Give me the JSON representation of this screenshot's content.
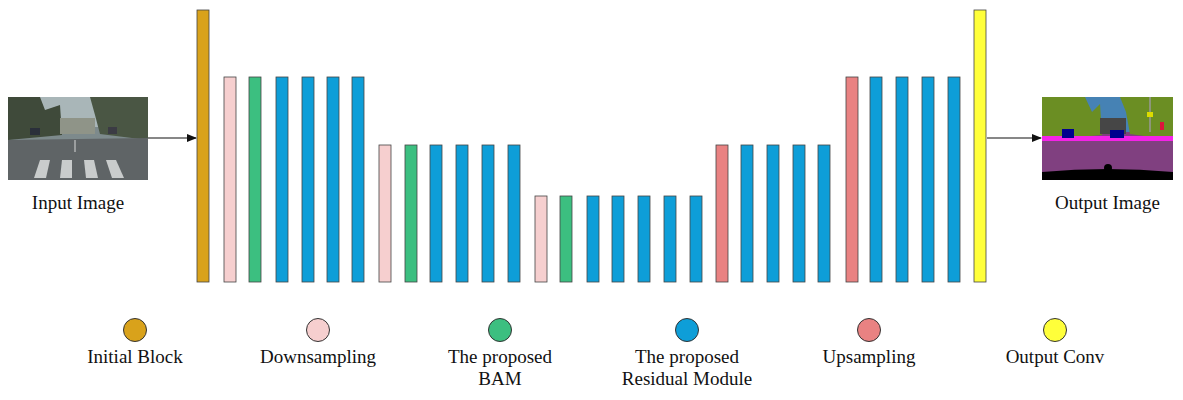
{
  "diagram": {
    "nodes": [
      {
        "text": [
          "Input Image"
        ]
      },
      {
        "text": [
          "Output Image"
        ]
      }
    ],
    "legend": [
      {
        "text": "Initial Block",
        "color": "#D9A21B"
      },
      {
        "text": "Downsampling",
        "color": "#F6CFCF"
      },
      {
        "text": "The proposed BAM",
        "color": "#3CBF80"
      },
      {
        "text": "The proposed Residual Module",
        "color": "#0E9ED8"
      },
      {
        "text": "Upsampling",
        "color": "#E98282"
      },
      {
        "text": "Output Conv",
        "color": "#FFFF3A"
      }
    ]
  }
}
